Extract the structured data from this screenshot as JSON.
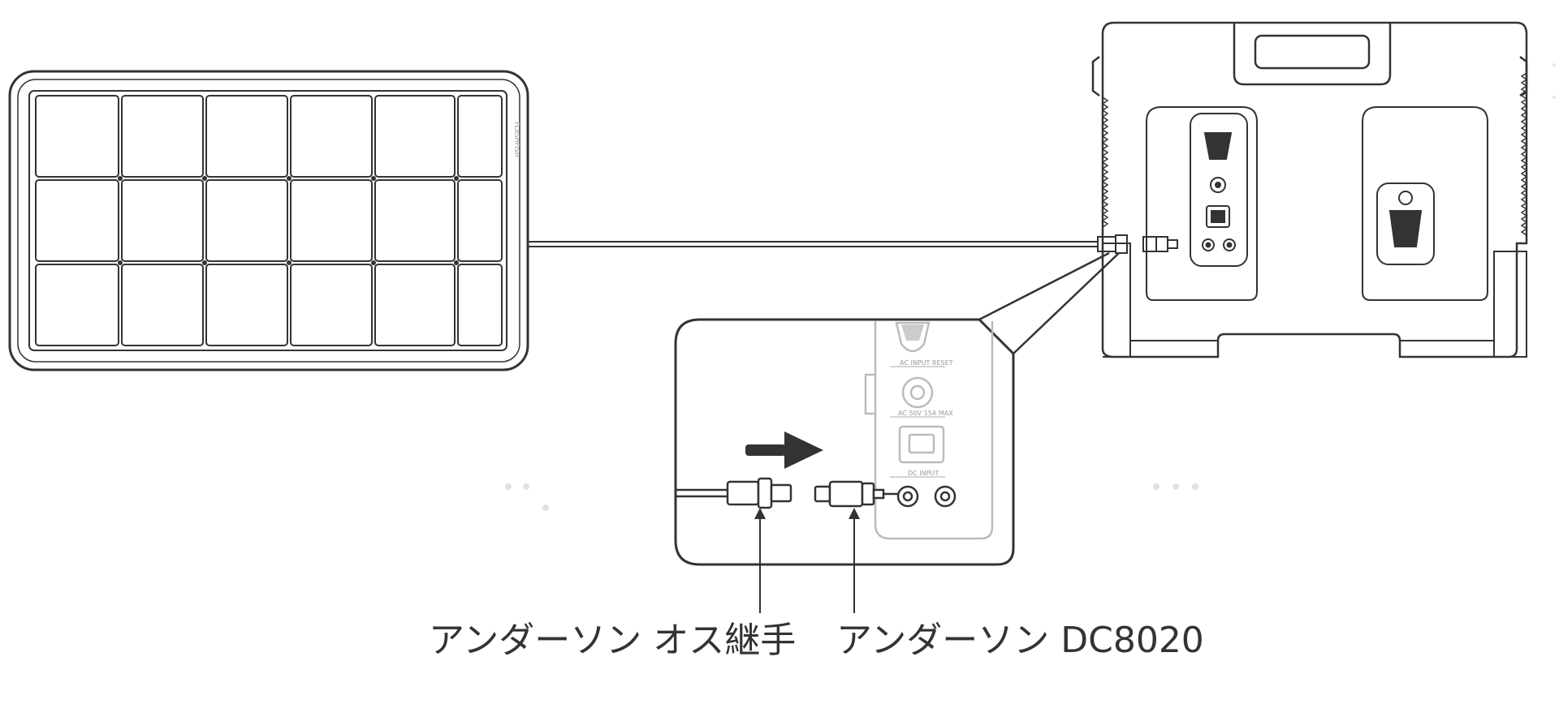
{
  "labels": {
    "anderson_male": "アンダーソン オス継手",
    "anderson_dc8020": "アンダーソン DC8020"
  },
  "panel_brand": "FLASHFISH",
  "port_labels": {
    "ac_input_reset": "AC INPUT RESET",
    "ac_50v": "AC 50V 15A MAX",
    "dc_input": "DC INPUT"
  },
  "colors": {
    "line": "#333333",
    "light_line": "#bbbbbb",
    "arrow": "#333333",
    "text": "#333333"
  }
}
